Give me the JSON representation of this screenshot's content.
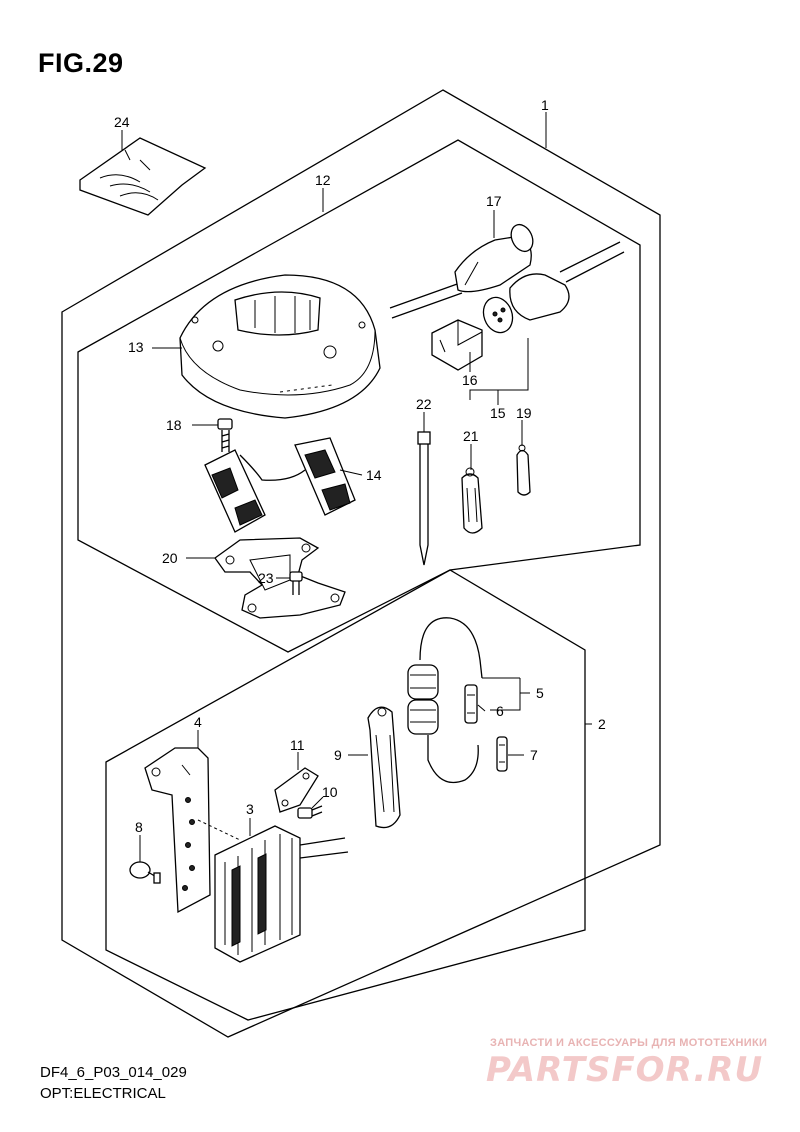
{
  "figure": {
    "title": "FIG.29",
    "code": "DF4_6_P03_014_029",
    "caption": "OPT:ELECTRICAL"
  },
  "watermark": {
    "line1": "ЗАПЧАСТИ И АКСЕССУАРЫ ДЛЯ МОТОТЕХНИКИ",
    "line2": "PARTSFOR.RU",
    "color": "#f3c9c9"
  },
  "callouts": {
    "p1": "1",
    "p2": "2",
    "p3": "3",
    "p4": "4",
    "p5": "5",
    "p6": "6",
    "p7": "7",
    "p8": "8",
    "p9": "9",
    "p10": "10",
    "p11": "11",
    "p12": "12",
    "p13": "13",
    "p14": "14",
    "p15": "15",
    "p16": "16",
    "p17": "17",
    "p18": "18",
    "p19": "19",
    "p20": "20",
    "p21": "21",
    "p22": "22",
    "p23": "23",
    "p24": "24"
  }
}
